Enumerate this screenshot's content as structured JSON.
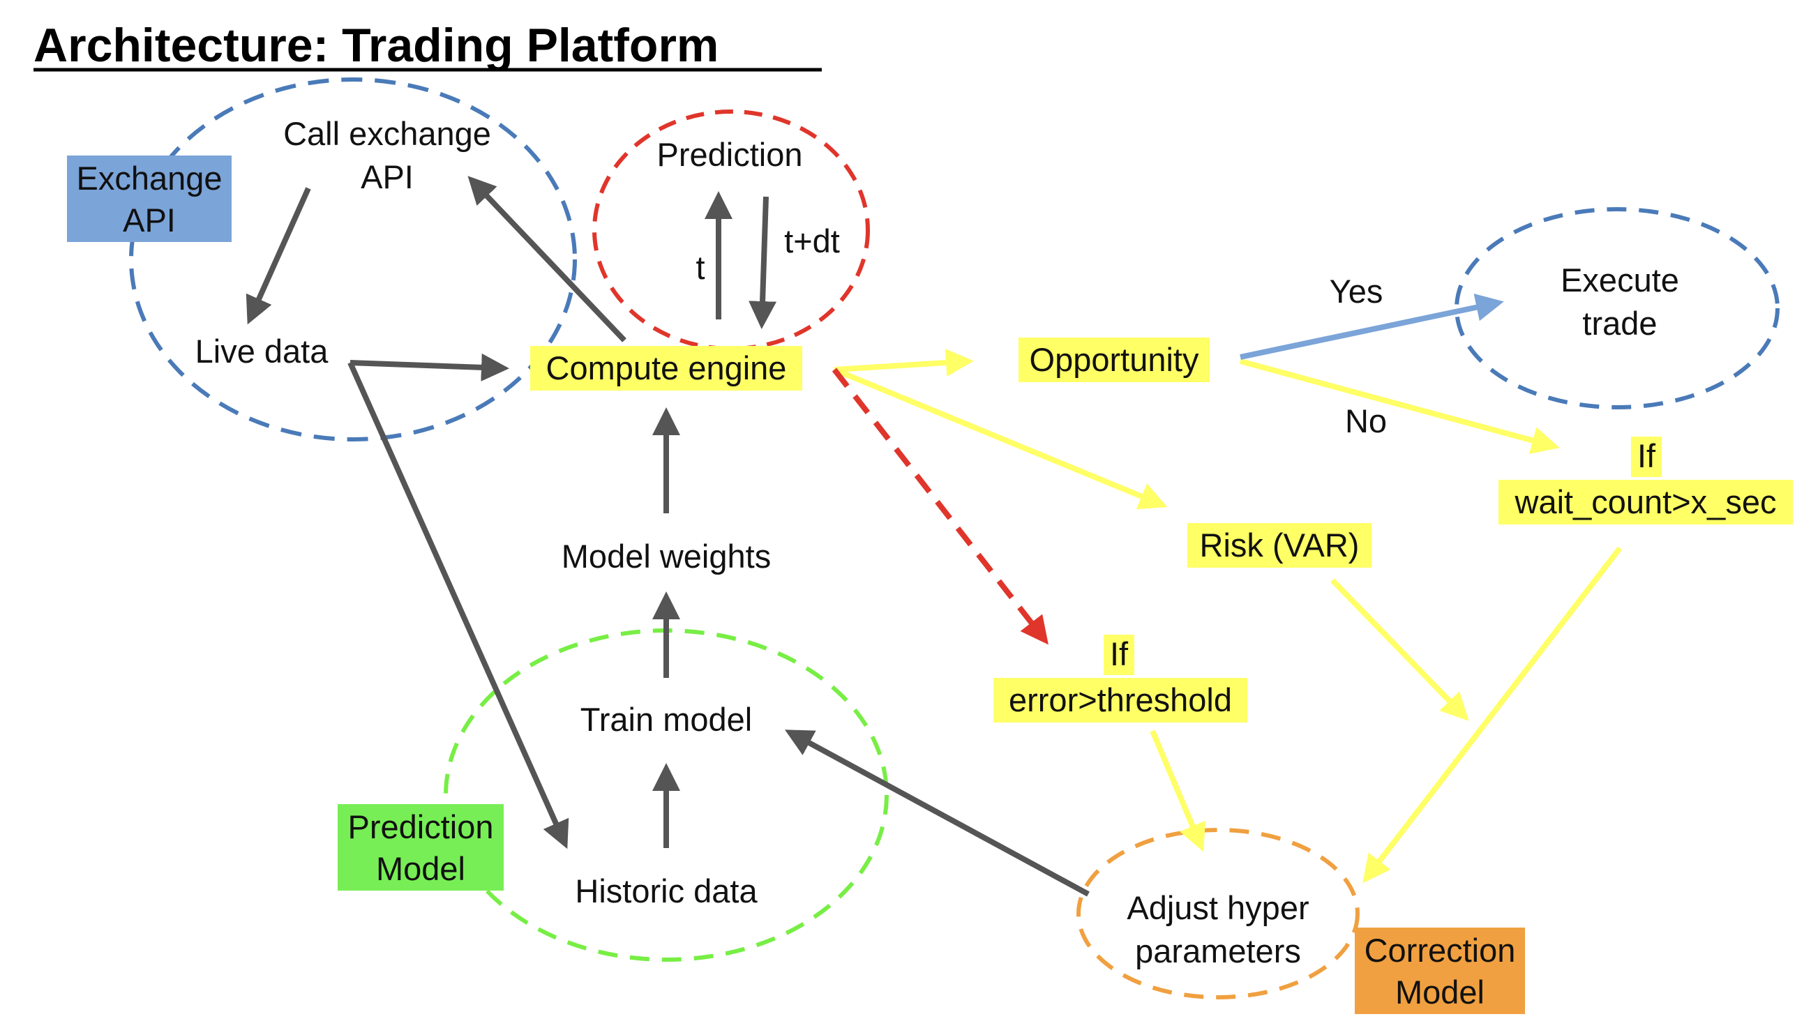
{
  "title": "Architecture: Trading Platform",
  "colors": {
    "gray_arrow": "#555555",
    "yellow_arrow": "#ffff66",
    "yellow_highlight": "#ffff66",
    "red": "#e0352b",
    "blue": "#4a7ab8",
    "blue_arrow": "#7ba4d8",
    "blue_highlight": "#7ba4d8",
    "green": "#77ee44",
    "green_highlight": "#77ee55",
    "orange": "#f0a040",
    "orange_highlight": "#f0a040"
  },
  "groups": {
    "exchange_api": {
      "line1": "Exchange",
      "line2": "API"
    },
    "prediction_model": {
      "line1": "Prediction",
      "line2": "Model"
    },
    "correction_model": {
      "line1": "Correction",
      "line2": "Model"
    }
  },
  "nodes": {
    "call_exchange_api": {
      "line1": "Call exchange",
      "line2": "API"
    },
    "live_data": "Live data",
    "prediction": "Prediction",
    "compute_engine": "Compute engine",
    "model_weights": "Model weights",
    "train_model": "Train model",
    "historic_data": "Historic data",
    "opportunity": "Opportunity",
    "execute_trade": {
      "line1": "Execute",
      "line2": "trade"
    },
    "risk_var": "Risk (VAR)",
    "if_wait": {
      "line1": "If",
      "line2": "wait_count>x_sec"
    },
    "if_error": {
      "line1": "If",
      "line2": "error>threshold"
    },
    "adjust_hyper": {
      "line1": "Adjust hyper",
      "line2": "parameters"
    }
  },
  "edge_labels": {
    "t": "t",
    "t_dt": "t+dt",
    "yes": "Yes",
    "no": "No"
  }
}
